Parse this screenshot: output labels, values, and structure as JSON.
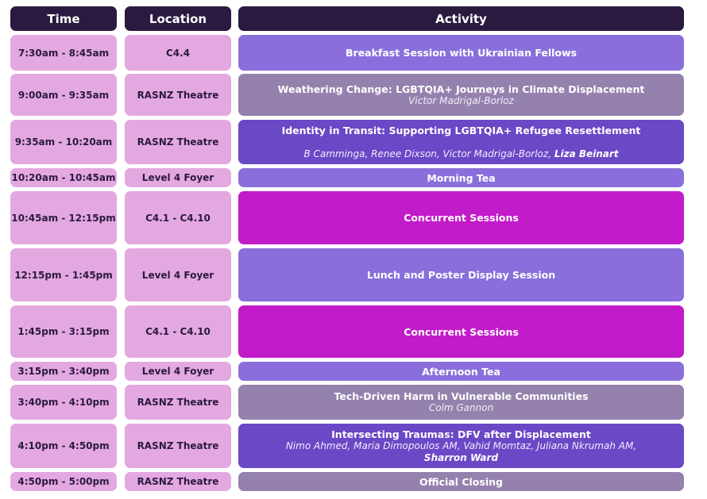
{
  "header": {
    "time": "Time",
    "location": "Location",
    "activity": "Activity"
  },
  "colors": {
    "header_bg": "#2b1a40",
    "time_location_bg": "#e4a8e1",
    "lavender": "#8a6fdc",
    "grey_purple": "#9481ad",
    "deep_purple": "#6a48c6",
    "magenta": "#c21bc9"
  },
  "rows": [
    {
      "time": "7:30am - 8:45am",
      "location": "C4.4",
      "title": "Breakfast Session with Ukrainian Fellows",
      "color": "lavender"
    },
    {
      "time": "9:00am - 9:35am",
      "location": "RASNZ Theatre",
      "title": "Weathering Change: LGBTQIA+ Journeys in Climate Displacement",
      "people": "Victor Madrigal-Borloz",
      "color": "grey_purple"
    },
    {
      "time": "9:35am - 10:20am",
      "location": "RASNZ Theatre",
      "title": "Identity in Transit: Supporting LGBTQIA+ Refugee Resettlement",
      "people": "B Camminga, Renee Dixson, Victor Madrigal-Borloz,",
      "people_bold": "Liza Beinart",
      "color": "deep_purple"
    },
    {
      "time": "10:20am - 10:45am",
      "location": "Level 4 Foyer",
      "title": "Morning Tea",
      "color": "lavender"
    },
    {
      "time": "10:45am - 12:15pm",
      "location": "C4.1 - C4.10",
      "title": "Concurrent Sessions",
      "color": "magenta"
    },
    {
      "time": "12:15pm - 1:45pm",
      "location": "Level 4 Foyer",
      "title": "Lunch and Poster Display Session",
      "color": "lavender"
    },
    {
      "time": "1:45pm - 3:15pm",
      "location": "C4.1 - C4.10",
      "title": "Concurrent Sessions",
      "color": "magenta"
    },
    {
      "time": "3:15pm - 3:40pm",
      "location": "Level 4 Foyer",
      "title": "Afternoon Tea",
      "color": "lavender"
    },
    {
      "time": "3:40pm - 4:10pm",
      "location": "RASNZ Theatre",
      "title": "Tech-Driven Harm in Vulnerable Communities",
      "people": "Colm Gannon",
      "color": "grey_purple"
    },
    {
      "time": "4:10pm - 4:50pm",
      "location": "RASNZ Theatre",
      "title": "Intersecting Traumas: DFV after Displacement",
      "people": "Nimo Ahmed, Maria Dimopoulos AM, Vahid Momtaz, Juliana Nkrumah AM,",
      "people_bold": "Sharron Ward",
      "color": "deep_purple"
    },
    {
      "time": "4:50pm - 5:00pm",
      "location": "RASNZ Theatre",
      "title": "Official Closing",
      "color": "grey_purple"
    }
  ]
}
